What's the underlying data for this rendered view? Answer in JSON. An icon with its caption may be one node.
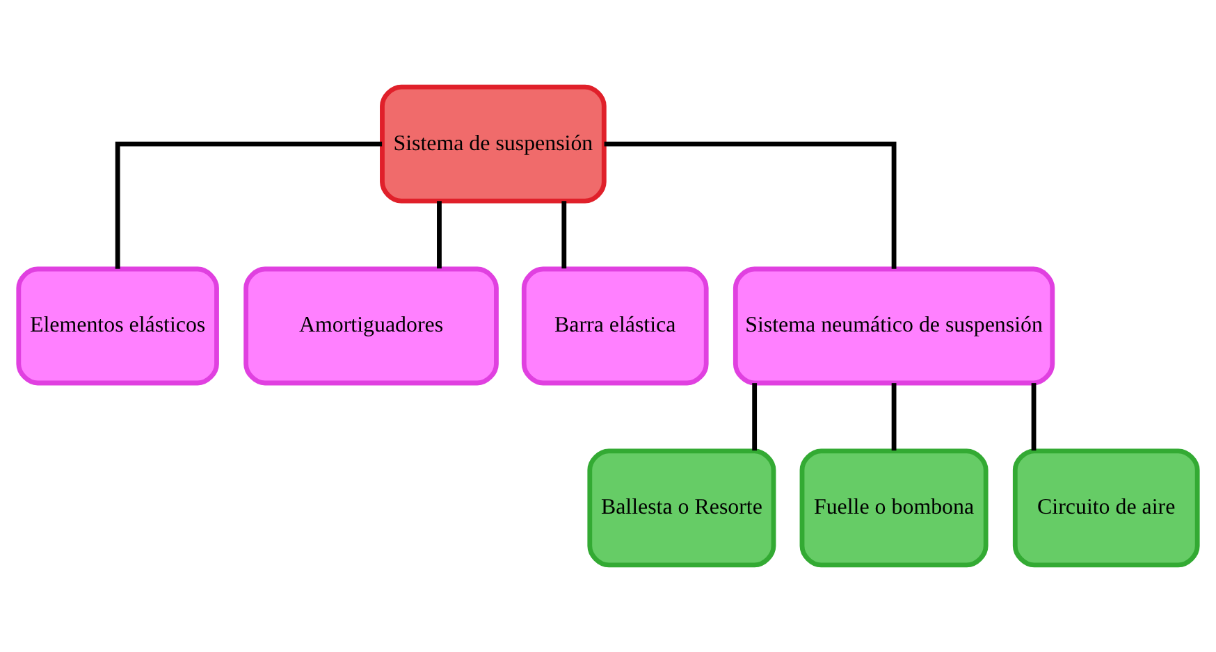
{
  "diagram": {
    "nodes": [
      {
        "text": [
          "Sistema de suspensión"
        ]
      },
      {
        "text": [
          "Elementos elásticos"
        ]
      },
      {
        "text": [
          "Amortiguadores"
        ]
      },
      {
        "text": [
          "Barra elástica"
        ]
      },
      {
        "text": [
          "Sistema neumático de suspensión"
        ]
      },
      {
        "text": [
          "Ballesta o Resorte"
        ]
      },
      {
        "text": [
          "Fuelle o bombona"
        ]
      },
      {
        "text": [
          "Circuito de aire"
        ]
      }
    ],
    "edges": [
      {
        "from": 0,
        "to": 1,
        "arrow": "none"
      },
      {
        "from": 0,
        "to": 2,
        "arrow": "none"
      },
      {
        "from": 0,
        "to": 3,
        "arrow": "none"
      },
      {
        "from": 0,
        "to": 4,
        "arrow": "none"
      },
      {
        "from": 4,
        "to": 5,
        "arrow": "none"
      },
      {
        "from": 4,
        "to": 6,
        "arrow": "none"
      },
      {
        "from": 4,
        "to": 7,
        "arrow": "none"
      }
    ]
  }
}
